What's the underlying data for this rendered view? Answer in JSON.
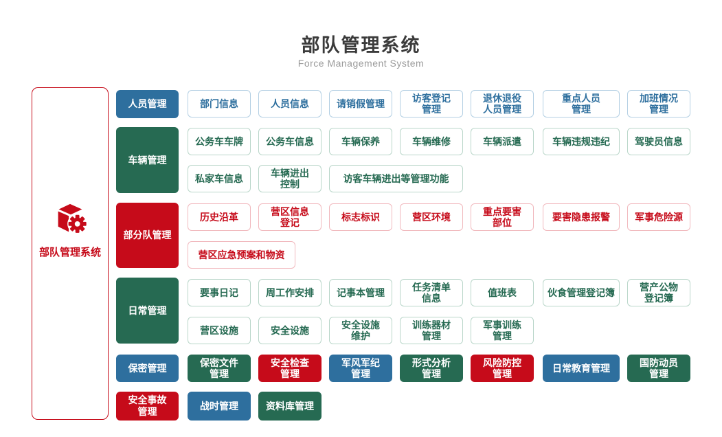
{
  "header": {
    "title": "部队管理系统",
    "subtitle": "Force Management System"
  },
  "sidebar": {
    "label": "部队管理系统",
    "icon": "cube-gear-icon"
  },
  "palette": {
    "blue": "#2e6f9e",
    "green": "#266a52",
    "red": "#c60b1a",
    "blue_border": "#b3cfe3",
    "green_border": "#b9d6c9",
    "red_border": "#f1b8bd",
    "title_text": "#3b3b3b",
    "subtitle_text": "#9a9a9a"
  },
  "groups": [
    {
      "name": "人员管理",
      "color": "blue",
      "items": [
        "部门信息",
        "人员信息",
        "请销假管理",
        "访客登记\n管理",
        "退休退役\n人员管理",
        "重点人员\n管理",
        "加班情况\n管理"
      ]
    },
    {
      "name": "车辆管理",
      "color": "green",
      "row1": [
        "公务车车牌",
        "公务车信息",
        "车辆保养",
        "车辆维修",
        "车辆派遣",
        "车辆违规违纪",
        "驾驶员信息"
      ],
      "row2": [
        "私家车信息",
        "车辆进出\n控制",
        "访客车辆进出等管理功能"
      ]
    },
    {
      "name": "部分队管理",
      "color": "red",
      "row1": [
        "历史沿革",
        "营区信息\n登记",
        "标志标识",
        "营区环境",
        "重点要害\n部位",
        "要害隐患报警",
        "军事危险源"
      ],
      "row2": [
        "营区应急预案和物资"
      ]
    },
    {
      "name": "日常管理",
      "color": "green",
      "row1": [
        "要事日记",
        "周工作安排",
        "记事本管理",
        "任务清单\n信息",
        "值班表",
        "伙食管理登记簿",
        "营产公物\n登记簿"
      ],
      "row2": [
        "营区设施",
        "安全设施",
        "安全设施\n维护",
        "训练器材\n管理",
        "军事训练\n管理"
      ]
    },
    {
      "name": "保密管理",
      "color": "blue",
      "items": [
        {
          "label": "保密文件\n管理",
          "color": "green"
        },
        {
          "label": "安全检查\n管理",
          "color": "red"
        },
        {
          "label": "军风军纪\n管理",
          "color": "blue"
        },
        {
          "label": "形式分析\n管理",
          "color": "green"
        },
        {
          "label": "风险防控\n管理",
          "color": "red"
        },
        {
          "label": "日常教育管理",
          "color": "blue"
        },
        {
          "label": "国防动员\n管理",
          "color": "green"
        }
      ]
    },
    {
      "name": "安全事故\n管理",
      "color": "red",
      "items": [
        {
          "label": "战时管理",
          "color": "blue"
        },
        {
          "label": "资料库管理",
          "color": "green"
        }
      ]
    }
  ]
}
